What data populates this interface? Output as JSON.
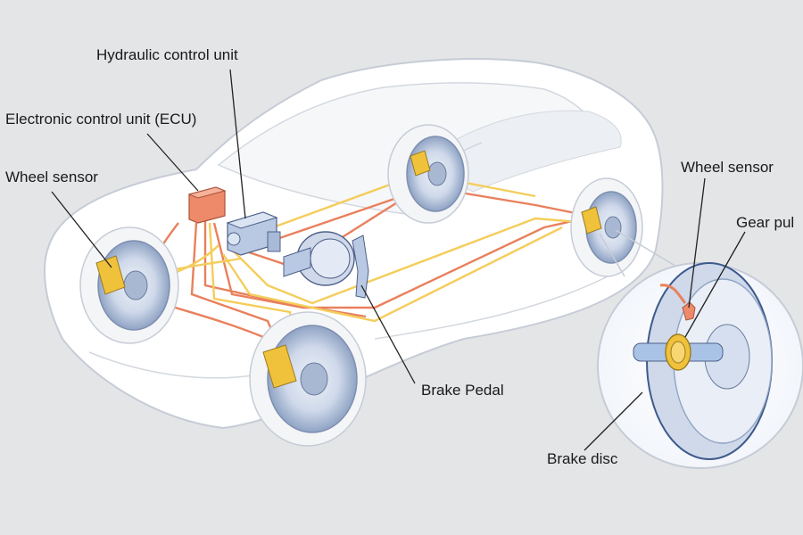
{
  "labels": {
    "hydraulic_control_unit": "Hydraulic control unit",
    "ecu": "Electronic control unit (ECU)",
    "wheel_sensor_left": "Wheel sensor",
    "wheel_sensor_right": "Wheel sensor",
    "gear_pulse": "Gear pul",
    "brake_pedal": "Brake Pedal",
    "brake_disc": "Brake disc"
  },
  "colors": {
    "background": "#e4e5e7",
    "car_body": "#ffffff",
    "disc": "#cfd9ea",
    "caliper": "#f0c23b",
    "brake_line_orange": "#e9805c",
    "brake_line_yellow": "#f4cd5b",
    "ecu_box": "#ee8a6a",
    "hydraulic_unit": "#b9c9e4"
  }
}
